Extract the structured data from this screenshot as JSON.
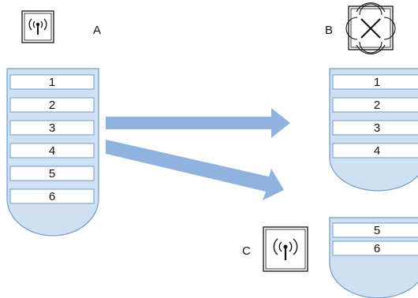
{
  "labels": {
    "a": "A",
    "b": "B",
    "c": "C"
  },
  "icons": {
    "a": "antenna-icon",
    "b": "satellite-icon",
    "c": "antenna-icon"
  },
  "colors": {
    "container_fill": "#cfe0f3",
    "container_stroke": "#6f9bc8",
    "slot_fill": "#ffffff",
    "arrow": "#8fb3de"
  },
  "containers": {
    "a": [
      "1",
      "2",
      "3",
      "4",
      "5",
      "6"
    ],
    "b": [
      "1",
      "2",
      "3",
      "4"
    ],
    "c": [
      "5",
      "6"
    ]
  }
}
